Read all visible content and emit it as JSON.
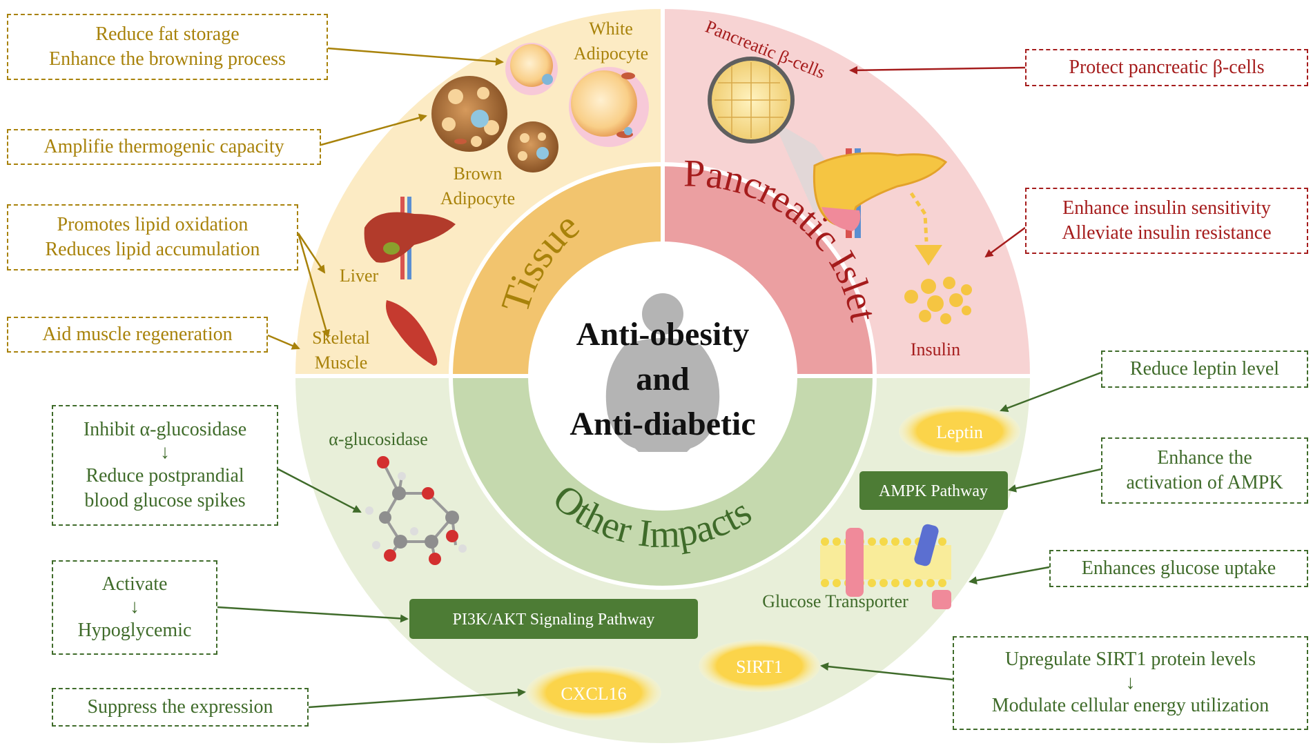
{
  "center": {
    "line1": "Anti-obesity",
    "line2": "and",
    "line3": "Anti-diabetic"
  },
  "rings": {
    "tissue": "Tissue",
    "islet": "Pancreatic Islet",
    "other": "Other Impacts"
  },
  "tissue_labels": {
    "white_adipocyte": [
      "White",
      "Adipocyte"
    ],
    "brown_adipocyte": [
      "Brown",
      "Adipocyte"
    ],
    "liver": "Liver",
    "skeletal_muscle": [
      "Skeletal",
      "Muscle"
    ]
  },
  "islet_labels": {
    "beta_cells": "Pancreatic β-cells",
    "insulin": "Insulin"
  },
  "other_labels": {
    "glucosidase": "α-glucosidase",
    "leptin": "Leptin",
    "ampk": "AMPK Pathway",
    "glucose_transporter": "Glucose Transporter",
    "pi3k": "PI3K/AKT Signaling Pathway",
    "sirt1": "SIRT1",
    "cxcl16": "CXCL16"
  },
  "boxes": {
    "fat": [
      "Reduce fat storage",
      "Enhance the browning process"
    ],
    "thermo": [
      "Amplifie thermogenic capacity"
    ],
    "lipid": [
      "Promotes lipid oxidation",
      "Reduces lipid accumulation"
    ],
    "muscle": [
      "Aid muscle regeneration"
    ],
    "beta": [
      "Protect pancreatic β-cells"
    ],
    "insulin": [
      "Enhance insulin sensitivity",
      "Alleviate insulin resistance"
    ],
    "leptin": [
      "Reduce leptin level"
    ],
    "ampk": [
      "Enhance the",
      "activation of AMPK"
    ],
    "glucose": [
      "Enhances glucose uptake"
    ],
    "sirt1": [
      "Upregulate SIRT1 protein levels",
      "↓",
      "Modulate cellular energy utilization"
    ],
    "glucosidase": [
      "Inhibit α-glucosidase",
      "↓",
      "Reduce postprandial",
      "blood glucose spikes"
    ],
    "hypo": [
      "Activate",
      "↓",
      "Hypoglycemic"
    ],
    "cxcl16": [
      "Suppress the expression"
    ]
  },
  "colors": {
    "tissue_outer": "#fcebc4",
    "tissue_inner": "#f2c46e",
    "islet_outer": "#f7d3d3",
    "islet_inner": "#eb9fa1",
    "other_outer": "#e8efd9",
    "other_inner": "#c5d9ae",
    "gold_text": "#a8820a",
    "red_text": "#a51c1c",
    "green_text": "#3f6b2a"
  }
}
